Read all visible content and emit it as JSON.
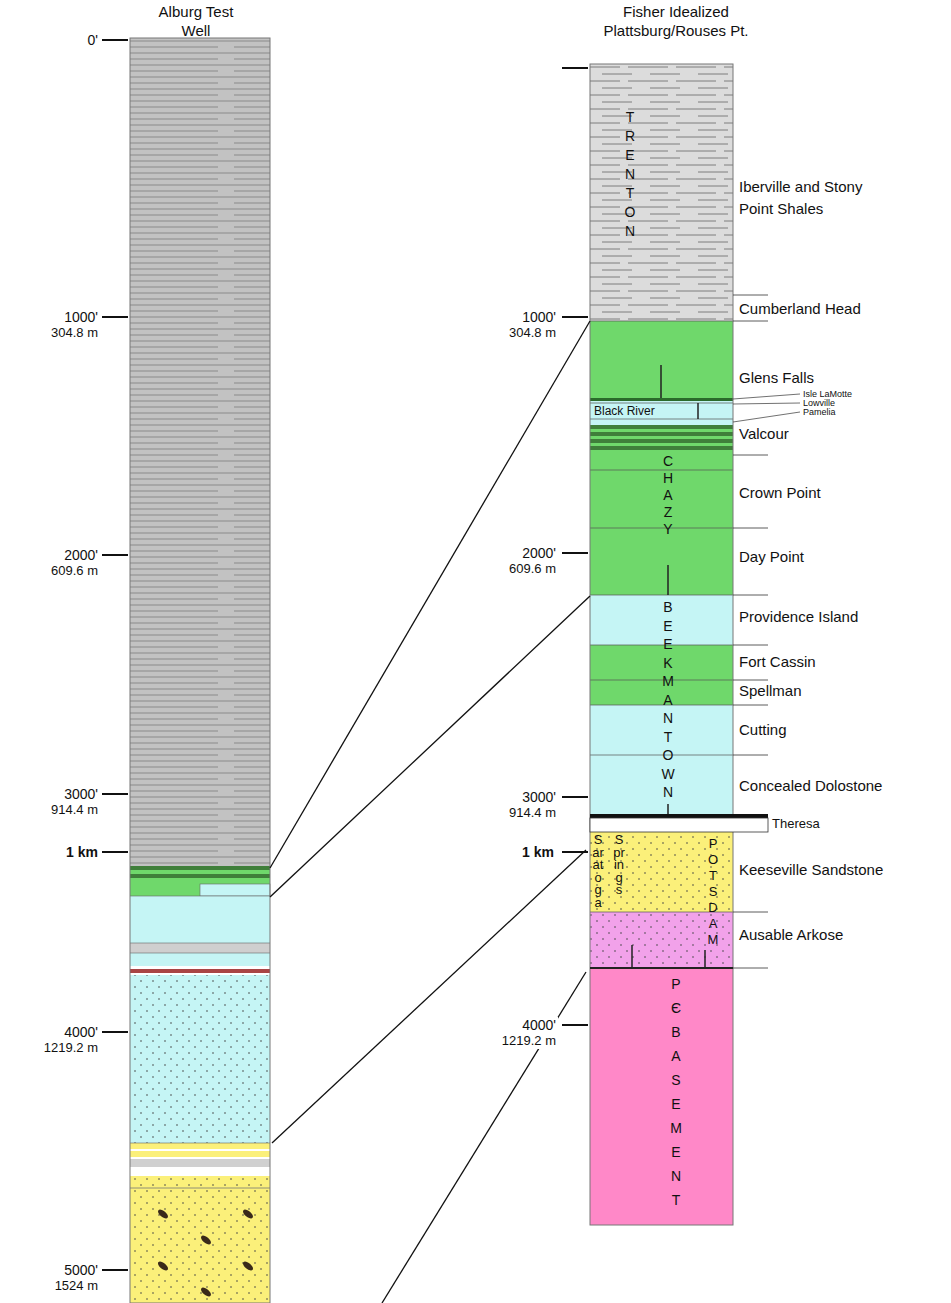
{
  "diagram": {
    "labels": [
      "Alburg Test Well",
      "Fisher Idealized Plattsburg/Rouses Pt.",
      "0'",
      "1000'",
      "304.8 m",
      "2000'",
      "609.6 m",
      "3000'",
      "914.4 m",
      "1 km",
      "4000'",
      "1219.2 m",
      "5000'",
      "1524 m",
      "1000'",
      "304.8 m",
      "2000'",
      "609.6 m",
      "3000'",
      "914.4 m",
      "1 km",
      "4000'",
      "1219.2 m",
      "TRENTON",
      "Iberville and Stony Point Shales",
      "Cumberland Head",
      "Glens Falls",
      "Isle LaMotte",
      "Lowville",
      "Pamelia",
      "Black River",
      "Valcour",
      "CHAZY",
      "Crown Point",
      "Day Point",
      "BEEKMANTOWN",
      "Providence Island",
      "Fort Cassin",
      "Spellman",
      "Cutting",
      "Concealed Dolostone",
      "Theresa",
      "Saratoga",
      "Springs",
      "POTSDAM",
      "Keeseville Sandstone",
      "Ausable Arkose",
      "PЄ BASEMENT"
    ]
  }
}
